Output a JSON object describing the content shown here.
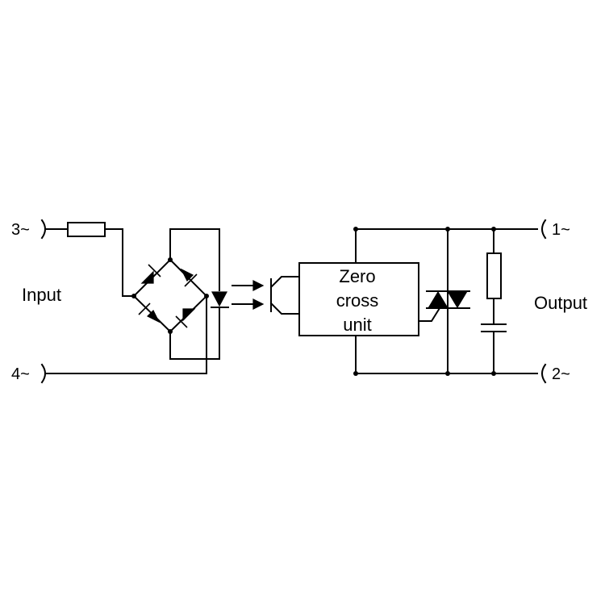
{
  "terminals": {
    "t3": "3~",
    "t4": "4~",
    "t1": "1~",
    "t2": "2~"
  },
  "labels": {
    "input": "Input",
    "output": "Output"
  },
  "zero_cross_unit": {
    "line1": "Zero",
    "line2": "cross",
    "line3": "unit"
  },
  "components": [
    "input-resistor",
    "bridge-rectifier",
    "led-diode",
    "optocoupler-light",
    "phototransistor",
    "zero-cross-unit",
    "triac",
    "snubber-resistor",
    "snubber-capacitor"
  ]
}
